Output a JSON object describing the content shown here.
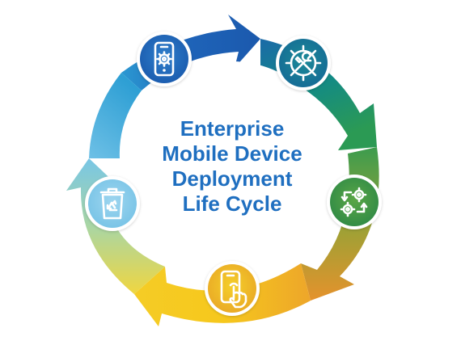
{
  "diagram": {
    "title_lines": [
      "Enterprise",
      "Mobile Device",
      "Deployment",
      "Life Cycle"
    ],
    "title_color": "#1f6fc0",
    "colors": {
      "blue": "#1e63b8",
      "cyan": "#2e9fd0",
      "light_cyan": "#7cc6ea",
      "teal": "#138a8c",
      "green": "#2f9a52",
      "olive": "#88a43a",
      "orange": "#e79a2c",
      "yellow": "#f4c21c",
      "pale_yellow": "#f2de5a"
    },
    "stages": [
      {
        "icon": "phone-gear-icon"
      },
      {
        "icon": "wrench-gear-icon"
      },
      {
        "icon": "gears-cycle-icon"
      },
      {
        "icon": "phone-tap-icon"
      },
      {
        "icon": "recycle-bin-icon"
      }
    ]
  }
}
